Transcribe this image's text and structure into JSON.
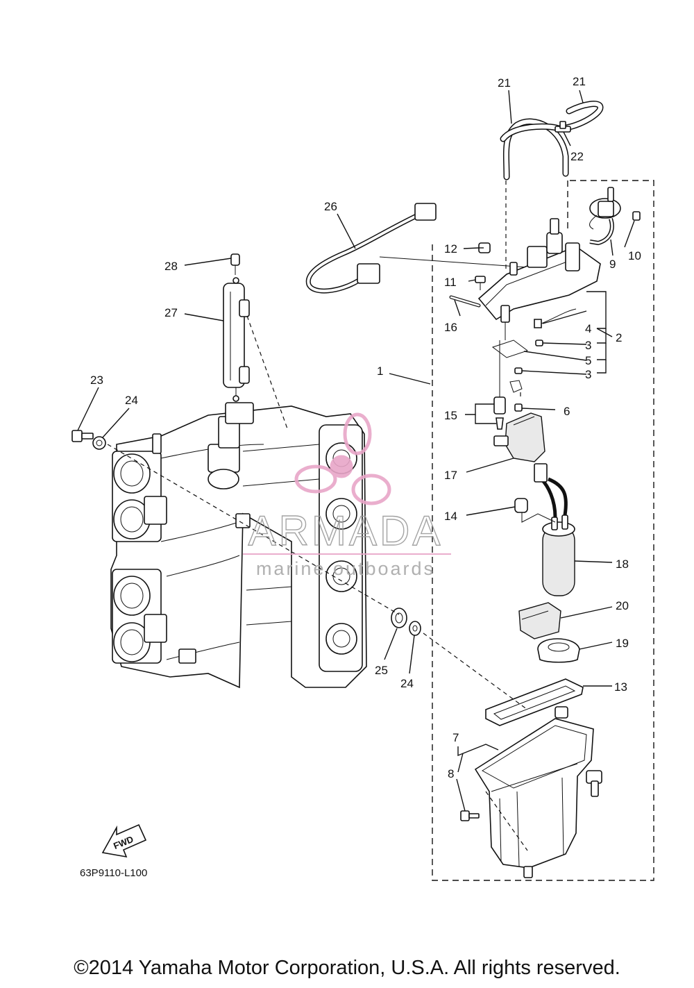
{
  "diagram": {
    "callouts": {
      "c1": "1",
      "c2": "2",
      "c3a": "3",
      "c3b": "3",
      "c4": "4",
      "c5": "5",
      "c6": "6",
      "c7": "7",
      "c8": "8",
      "c9": "9",
      "c10": "10",
      "c11": "11",
      "c12": "12",
      "c13": "13",
      "c14": "14",
      "c15": "15",
      "c16": "16",
      "c17": "17",
      "c18": "18",
      "c19": "19",
      "c20": "20",
      "c21a": "21",
      "c21b": "21",
      "c22": "22",
      "c23": "23",
      "c24a": "24",
      "c24b": "24",
      "c25": "25",
      "c26": "26",
      "c27": "27",
      "c28": "28"
    },
    "fwd_label": "FWD",
    "diagram_code": "63P9110-L100"
  },
  "watermark": {
    "title": "ARMADA",
    "subtitle": "marine outboards",
    "logo_color": "#e8a6c8"
  },
  "footer": {
    "copyright": "©2014 Yamaha Motor Corporation, U.S.A. All rights reserved."
  }
}
